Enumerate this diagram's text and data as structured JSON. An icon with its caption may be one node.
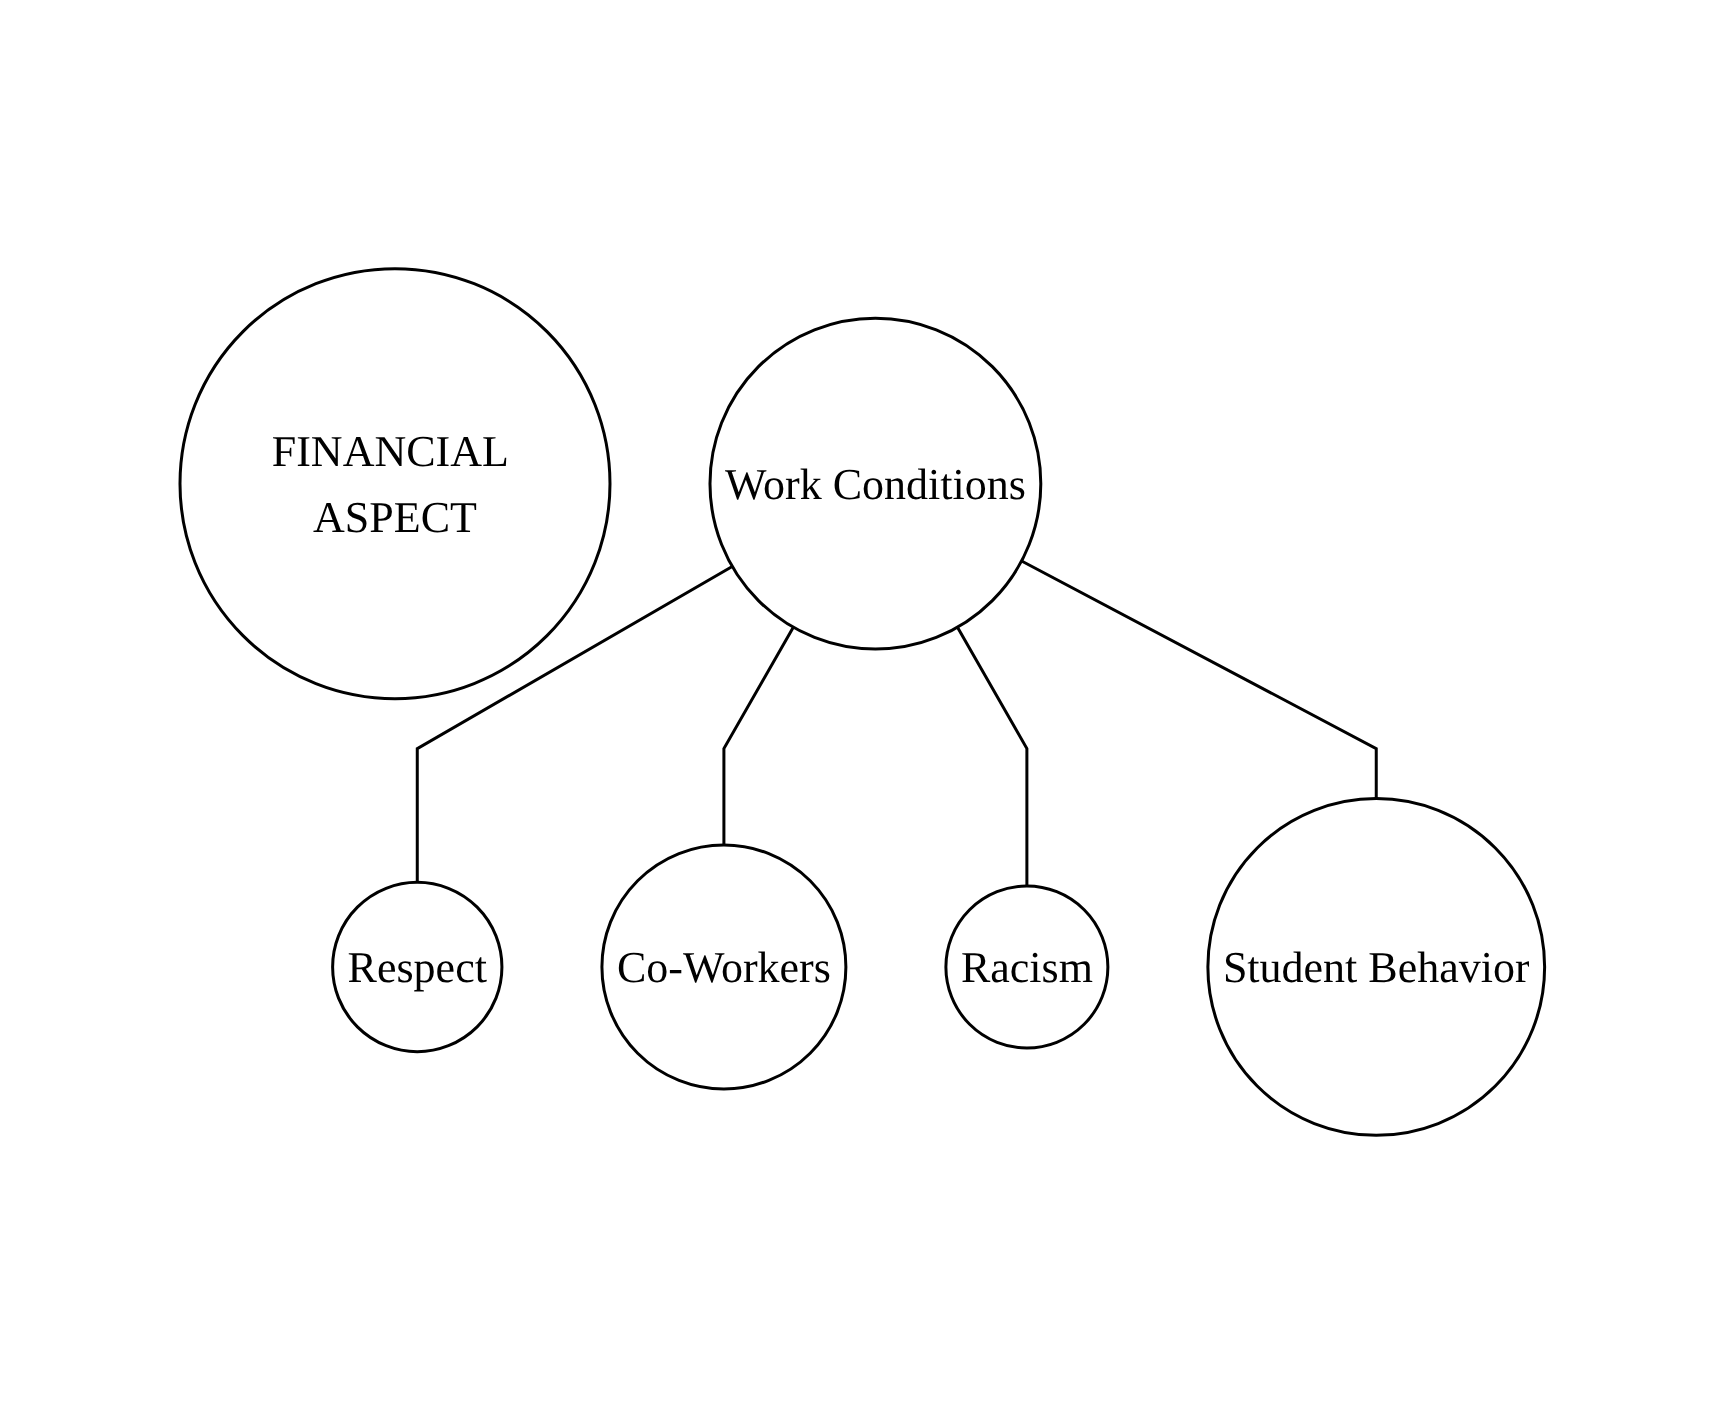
{
  "diagram": {
    "nodes": [
      {
        "text": [
          "FINANCIAL ASPECT"
        ]
      },
      {
        "text": [
          "Work Conditions"
        ]
      },
      {
        "text": [
          "Respect"
        ]
      },
      {
        "text": [
          "Co-Workers"
        ]
      },
      {
        "text": [
          "Racism"
        ]
      },
      {
        "text": [
          "Student Behavior"
        ]
      }
    ],
    "edges": [
      {
        "from": 1,
        "to": 2,
        "arrow": "none"
      },
      {
        "from": 1,
        "to": 3,
        "arrow": "none"
      },
      {
        "from": 1,
        "to": 4,
        "arrow": "none"
      },
      {
        "from": 1,
        "to": 5,
        "arrow": "none"
      }
    ]
  }
}
